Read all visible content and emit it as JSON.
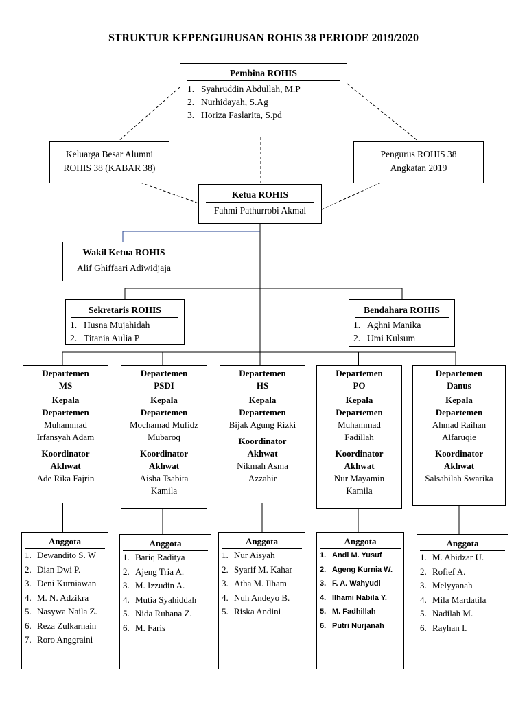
{
  "title": "STRUKTUR KEPENGURUSAN ROHIS 38 PERIODE 2019/2020",
  "pembina": {
    "heading": "Pembina ROHIS",
    "members": [
      {
        "num": "1.",
        "name": "Syahruddin Abdullah, M.P"
      },
      {
        "num": "2.",
        "name": "Nurhidayah, S.Ag"
      },
      {
        "num": "3.",
        "name": "Horiza Faslarita, S.pd"
      }
    ]
  },
  "alumni": {
    "line1": "Keluarga Besar Alumni",
    "line2": "ROHIS 38 (KABAR 38)"
  },
  "pengurus": {
    "line1": "Pengurus ROHIS 38",
    "line2": "Angkatan 2019"
  },
  "ketua": {
    "heading": "Ketua ROHIS",
    "name": "Fahmi Pathurrobi Akmal"
  },
  "wakil": {
    "heading": "Wakil Ketua ROHIS",
    "name": "Alif Ghiffaari Adiwidjaja"
  },
  "sekretaris": {
    "heading": "Sekretaris ROHIS",
    "members": [
      {
        "num": "1.",
        "name": "Husna Mujahidah"
      },
      {
        "num": "2.",
        "name": "Titania Aulia P"
      }
    ]
  },
  "bendahara": {
    "heading": "Bendahara ROHIS",
    "members": [
      {
        "num": "1.",
        "name": "Aghni Manika"
      },
      {
        "num": "2.",
        "name": "Umi Kulsum"
      }
    ]
  },
  "labels": {
    "departemen": "Departemen",
    "kepala": "Kepala",
    "departemen2": "Departemen",
    "koordinator": "Koordinator",
    "akhwat": "Akhwat",
    "anggota": "Anggota"
  },
  "departments": [
    {
      "code": "MS",
      "kepala": [
        "Muhammad",
        "Irfansyah Adam"
      ],
      "koordinator": [
        "Ade Rika Fajrin"
      ],
      "anggota": [
        {
          "num": "1.",
          "name": "Dewandito S. W"
        },
        {
          "num": "2.",
          "name": "Dian Dwi P."
        },
        {
          "num": "3.",
          "name": "Deni Kurniawan"
        },
        {
          "num": "4.",
          "name": "M. N. Adzikra"
        },
        {
          "num": "5.",
          "name": "Nasywa Naila Z."
        },
        {
          "num": "6.",
          "name": "Reza Zulkarnain"
        },
        {
          "num": "7.",
          "name": "Roro Anggraini"
        }
      ]
    },
    {
      "code": "PSDI",
      "kepala": [
        "Mochamad Mufidz",
        "Mubaroq"
      ],
      "koordinator": [
        "Aisha Tsabita",
        "Kamila"
      ],
      "anggota": [
        {
          "num": "1.",
          "name": "Bariq Raditya"
        },
        {
          "num": "2.",
          "name": "Ajeng Tria A."
        },
        {
          "num": "3.",
          "name": "M. Izzudin A."
        },
        {
          "num": "4.",
          "name": "Mutia Syahiddah"
        },
        {
          "num": "5.",
          "name": "Nida Ruhana Z."
        },
        {
          "num": "6.",
          "name": "M. Faris"
        }
      ]
    },
    {
      "code": "HS",
      "kepala": [
        "Bijak Agung Rizki"
      ],
      "koordinator": [
        "Nikmah Asma",
        "Azzahir"
      ],
      "anggota": [
        {
          "num": "1.",
          "name": "Nur Aisyah"
        },
        {
          "num": "2.",
          "name": "Syarif M. Kahar"
        },
        {
          "num": "3.",
          "name": "Atha M. Ilham"
        },
        {
          "num": "4.",
          "name": "Nuh Andeyo B."
        },
        {
          "num": "5.",
          "name": "Riska Andini"
        }
      ]
    },
    {
      "code": "PO",
      "kepala": [
        "Muhammad",
        "Fadillah"
      ],
      "koordinator": [
        "Nur Mayamin",
        "Kamila"
      ],
      "anggota": [
        {
          "num": "1.",
          "name": "Andi M. Yusuf"
        },
        {
          "num": "2.",
          "name": "Ageng Kurnia W."
        },
        {
          "num": "3.",
          "name": "F. A. Wahyudi"
        },
        {
          "num": "4.",
          "name": "Ilhami Nabila Y."
        },
        {
          "num": "5.",
          "name": "M. Fadhillah"
        },
        {
          "num": "6.",
          "name": "Putri Nurjanah"
        }
      ]
    },
    {
      "code": "Danus",
      "kepala": [
        "Ahmad Raihan",
        "Alfaruqie"
      ],
      "koordinator": [
        "Salsabilah Swarika"
      ],
      "anggota": [
        {
          "num": "1.",
          "name": "M. Abidzar U."
        },
        {
          "num": "2.",
          "name": "Rofief A."
        },
        {
          "num": "3.",
          "name": "Melyyanah"
        },
        {
          "num": "4.",
          "name": "Mila Mardatila"
        },
        {
          "num": "5.",
          "name": "Nadilah M."
        },
        {
          "num": "6.",
          "name": "Rayhan I."
        }
      ]
    }
  ]
}
